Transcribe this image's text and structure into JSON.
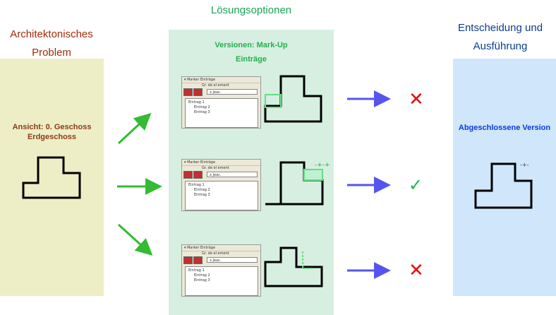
{
  "left": {
    "title_line1": "Architektonisches",
    "title_line2": "Problem",
    "label_line1": "Ansicht: 0. Geschoss",
    "label_line2": "Erdgeschoss"
  },
  "middle": {
    "title": "Lösungsoptionen",
    "subtitle_line1": "Versionen: Mark-Up",
    "subtitle_line2": "Einträge",
    "options": [
      {
        "panel_header": "Marker Einträge",
        "label": "Gr. de el ement",
        "select_value": "x Jeac.",
        "rows": [
          "Eintrag 1",
          "Eintrag 2",
          "Eintrag 3"
        ],
        "result": "cross"
      },
      {
        "panel_header": "Marker Einträge",
        "label": "Gr. de el ement",
        "select_value": "x Jeac.",
        "rows": [
          "Eintrag 1",
          "Eintrag 2",
          "Eintrag 3"
        ],
        "result": "check"
      },
      {
        "panel_header": "Marker Einträge",
        "label": "Gr. de el ement",
        "select_value": "x Jeac.",
        "rows": [
          "Eintrag 1",
          "Eintrag 2",
          "Eintrag 3"
        ],
        "result": "cross"
      }
    ]
  },
  "right": {
    "title_line1": "Entscheidung und",
    "title_line2": "Ausführung",
    "label": "Abgeschlossene Version"
  },
  "symbols": {
    "cross": "✕",
    "check": "✓"
  },
  "colors": {
    "problem_panel": "#eeeec6",
    "options_panel": "#d6efe0",
    "decision_panel": "#cfe6fb",
    "green_arrow": "#33bb33",
    "blue_arrow": "#5555ee",
    "cross": "#e01010",
    "check": "#22b14c"
  }
}
